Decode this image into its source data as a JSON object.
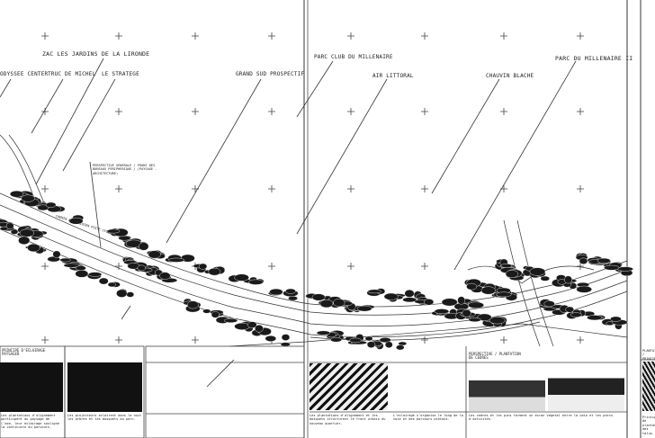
{
  "labels": {
    "zac_jardins": "ZAC LES JARDINS DE LA LIRONDE",
    "odyssee_center": "ODYSSEE CENTER",
    "truc_de_michel": "TRUC DE MICHEL",
    "le_stratege": "LE STRATEGE",
    "grand_sud_prospectif": "GRAND SUD PROSPECTIF",
    "parc_club": "PARC CLUB DU MILLENAIRE",
    "air_littoral": "AIR LITTORAL",
    "chauvin_blache": "CHAUVIN BLACHE",
    "parc_millenaire_2": "PARC DU MILLENAIRE II",
    "note_front": "PERSPECTIVE GENERALE / FRONT DES BUREAUX PERIPHERIQUE / (PAYSAGE - ARCHITECTURE)",
    "road_label": "CHEMIN DU MERIDIEN PISTE CYCLABLE"
  },
  "panels": {
    "p1_title": "PRINCIPE D'ECLAIRAGE PAYSAGER",
    "p1_caption": "Les plantations d'alignement participent au paysage de l'axe, leur eclairage souligne la continuite du parcours.",
    "p2_caption": "Les projecteurs eclairent dans la nuit les arbres et les bosquets du parc.",
    "p4_caption": "Les plantations d'alignement et les bosquets structurent le front urbain du nouveau quartier.",
    "p5_caption": "L'eclairage s'organise le long de la voie et des parcours pietons.",
    "p6_title": "PERSPECTIVE / PLANTATION DE CEDRES",
    "p6_caption": "Les cedres et les pins forment un ecran vegetal entre la voie et les parcs d'activites.",
    "p7_title": "PLANTATIONS / PRINCIPE",
    "p7_caption": "Principe de plantation des talus."
  }
}
